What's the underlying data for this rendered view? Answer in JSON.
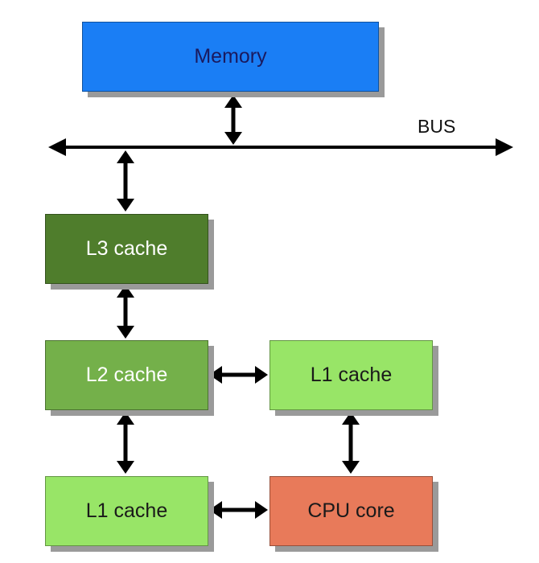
{
  "nodes": {
    "memory": {
      "label": "Memory",
      "color": "#1a7ef5",
      "text_color": "#1a1a5e"
    },
    "l3": {
      "label": "L3 cache",
      "color": "#4f7d2c",
      "text_color": "#ffffff"
    },
    "l2": {
      "label": "L2 cache",
      "color": "#74b04a",
      "text_color": "#ffffff"
    },
    "l1_right": {
      "label": "L1 cache",
      "color": "#98e567",
      "text_color": "#1a1a1a"
    },
    "l1_bottom": {
      "label": "L1 cache",
      "color": "#98e567",
      "text_color": "#1a1a1a"
    },
    "cpu": {
      "label": "CPU core",
      "color": "#e87a5a",
      "text_color": "#1a1a1a"
    }
  },
  "bus": {
    "label": "BUS"
  },
  "edges": [
    {
      "from": "memory",
      "to": "bus",
      "type": "bidirectional"
    },
    {
      "from": "bus",
      "to": "l3",
      "type": "bidirectional"
    },
    {
      "from": "l3",
      "to": "l2",
      "type": "bidirectional"
    },
    {
      "from": "l2",
      "to": "l1_right",
      "type": "bidirectional"
    },
    {
      "from": "l2",
      "to": "l1_bottom",
      "type": "bidirectional"
    },
    {
      "from": "l1_right",
      "to": "cpu",
      "type": "bidirectional"
    },
    {
      "from": "l1_bottom",
      "to": "cpu",
      "type": "bidirectional"
    }
  ]
}
